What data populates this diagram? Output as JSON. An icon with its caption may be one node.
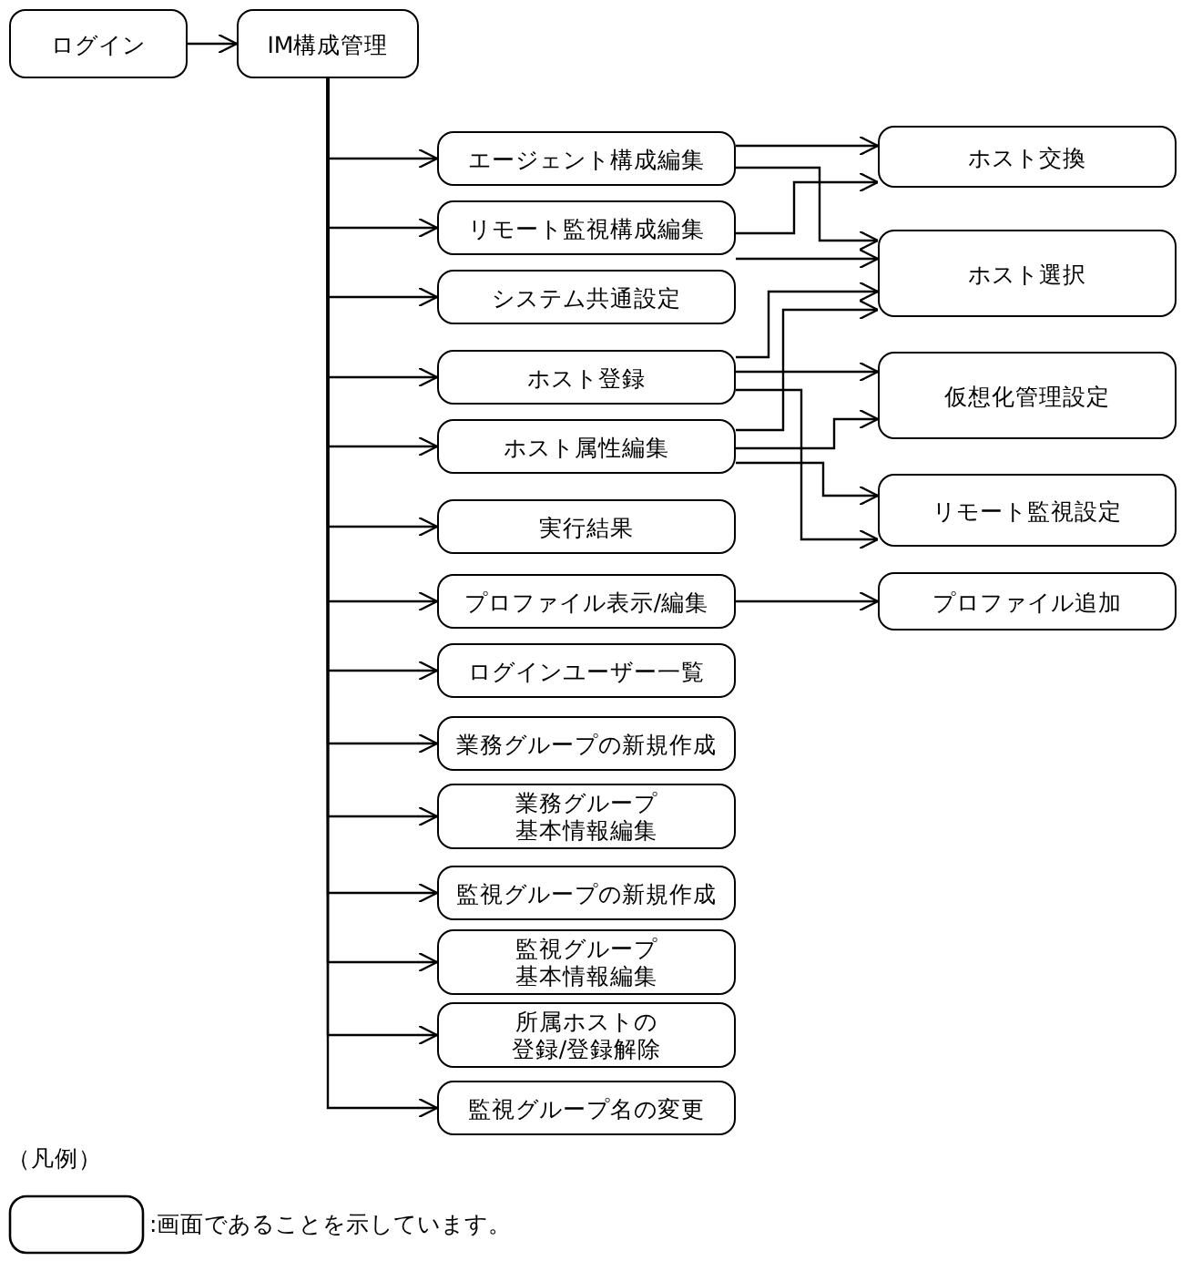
{
  "diagram": {
    "nodes": [
      {
        "text": [
          "ログイン"
        ]
      },
      {
        "text": [
          "IM構成管理"
        ]
      },
      {
        "text": [
          "エージェント構成編集"
        ]
      },
      {
        "text": [
          "リモート監視構成編集"
        ]
      },
      {
        "text": [
          "システム共通設定"
        ]
      },
      {
        "text": [
          "ホスト登録"
        ]
      },
      {
        "text": [
          "ホスト属性編集"
        ]
      },
      {
        "text": [
          "実行結果"
        ]
      },
      {
        "text": [
          "プロファイル表示/編集"
        ]
      },
      {
        "text": [
          "ログインユーザー一覧"
        ]
      },
      {
        "text": [
          "業務グループの新規作成"
        ]
      },
      {
        "text": [
          "業務グループ基本情報編集"
        ]
      },
      {
        "text": [
          "監視グループの新規作成"
        ]
      },
      {
        "text": [
          "監視グループ基本情報編集"
        ]
      },
      {
        "text": [
          "所属ホストの登録/登録解除"
        ]
      },
      {
        "text": [
          "監視グループ名の変更"
        ]
      },
      {
        "text": [
          "ホスト交換"
        ]
      },
      {
        "text": [
          "ホスト選択"
        ]
      },
      {
        "text": [
          "仮想化管理設定"
        ]
      },
      {
        "text": [
          "リモート監視設定"
        ]
      },
      {
        "text": [
          "プロファイル追加"
        ]
      }
    ],
    "edges": [
      {
        "from": 0,
        "to": 1,
        "arrow": "to"
      },
      {
        "from": 1,
        "to": 2,
        "arrow": "to"
      },
      {
        "from": 1,
        "to": 3,
        "arrow": "to"
      },
      {
        "from": 1,
        "to": 4,
        "arrow": "to"
      },
      {
        "from": 1,
        "to": 5,
        "arrow": "to"
      },
      {
        "from": 1,
        "to": 6,
        "arrow": "to"
      },
      {
        "from": 1,
        "to": 7,
        "arrow": "to"
      },
      {
        "from": 1,
        "to": 8,
        "arrow": "to"
      },
      {
        "from": 1,
        "to": 9,
        "arrow": "to"
      },
      {
        "from": 1,
        "to": 10,
        "arrow": "to"
      },
      {
        "from": 1,
        "to": 11,
        "arrow": "to"
      },
      {
        "from": 1,
        "to": 12,
        "arrow": "to"
      },
      {
        "from": 1,
        "to": 13,
        "arrow": "to"
      },
      {
        "from": 1,
        "to": 14,
        "arrow": "to"
      },
      {
        "from": 1,
        "to": 15,
        "arrow": "to"
      },
      {
        "from": 2,
        "to": 16,
        "arrow": "to"
      },
      {
        "from": 2,
        "to": 17,
        "arrow": "to"
      },
      {
        "from": 3,
        "to": 16,
        "arrow": "to"
      },
      {
        "from": 3,
        "to": 17,
        "arrow": "to"
      },
      {
        "from": 5,
        "to": 17,
        "arrow": "to"
      },
      {
        "from": 5,
        "to": 18,
        "arrow": "to"
      },
      {
        "from": 5,
        "to": 19,
        "arrow": "to"
      },
      {
        "from": 6,
        "to": 17,
        "arrow": "to"
      },
      {
        "from": 6,
        "to": 18,
        "arrow": "to"
      },
      {
        "from": 6,
        "to": 19,
        "arrow": "to"
      },
      {
        "from": 8,
        "to": 20,
        "arrow": "to"
      }
    ],
    "labels": [
      "（凡例）"
    ],
    "legend": [
      {
        "text": ":画面であることを示しています。"
      }
    ]
  }
}
